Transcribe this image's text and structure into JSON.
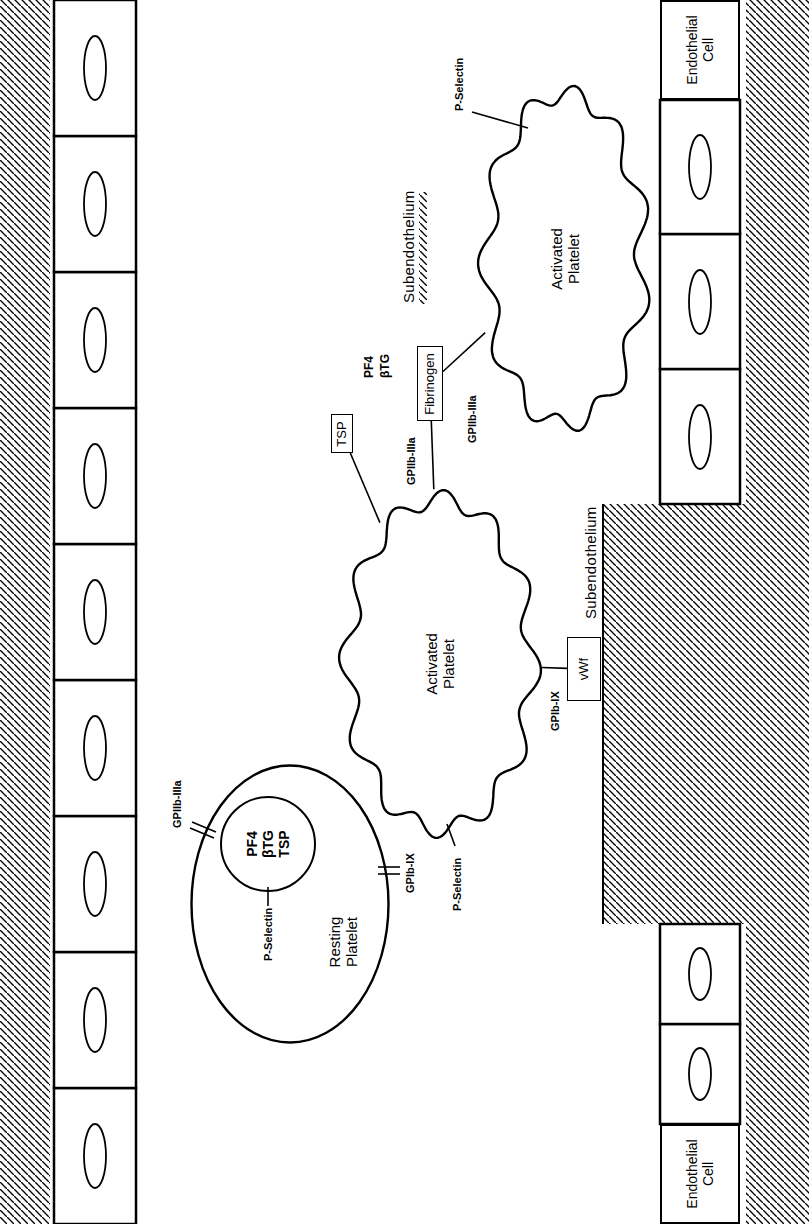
{
  "diagram": {
    "nodes": [
      {
        "text": [
          "Endothelial Cell"
        ]
      },
      {
        "text": [
          "Activated Platelet"
        ]
      },
      {
        "text": [
          "Fibrinogen"
        ]
      },
      {
        "text": [
          "TSP"
        ]
      },
      {
        "text": [
          "Activated Platelet"
        ]
      },
      {
        "text": [
          "vWf"
        ]
      },
      {
        "text": [
          "Resting Platelet"
        ]
      },
      {
        "text": [
          "PF4 βTG TSP"
        ],
        "in": 6
      },
      {
        "text": [
          "Endothelial Cell"
        ]
      }
    ],
    "edges": [
      {
        "from": 1,
        "to": 2,
        "label": "GPIIb-IIIa",
        "arrow": "none"
      },
      {
        "from": 4,
        "to": 2,
        "label": "GPIIb-IIIa",
        "arrow": "none"
      },
      {
        "from": 4,
        "to": 3,
        "arrow": "none"
      },
      {
        "from": 4,
        "to": 5,
        "label": "GPIb-IX",
        "arrow": "none"
      }
    ],
    "labels": [
      "Subendothelium",
      "P-Selectin",
      "PF4",
      "βTG",
      "P-Selectin",
      "GPIIb-IIIa",
      "P-Selectin",
      "GPIb-IX",
      "Subendothelium"
    ]
  }
}
